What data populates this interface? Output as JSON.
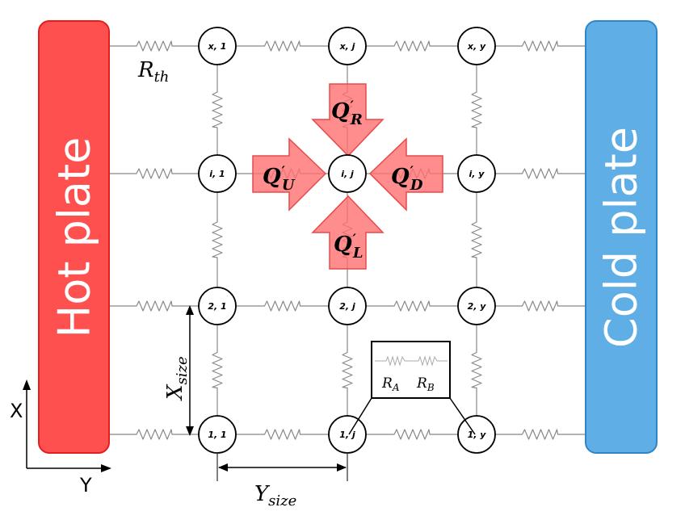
{
  "plates": {
    "hot": {
      "label": "Hot plate",
      "color": "#ff5050",
      "border": "#e02020"
    },
    "cold": {
      "label": "Cold plate",
      "color": "#5faee5",
      "border": "#2f86c6"
    }
  },
  "nodes": {
    "row_x": [
      "x, 1",
      "x, j",
      "x, y"
    ],
    "row_i": [
      "i, 1",
      "i, j",
      "i, y"
    ],
    "row_2": [
      "2, 1",
      "2, j",
      "2, y"
    ],
    "row_1": [
      "1, 1",
      "1, j",
      "1, y"
    ]
  },
  "labels": {
    "r_th": {
      "base": "R",
      "sub": "th"
    },
    "x_size": {
      "base": "X",
      "sub": "size"
    },
    "y_size": {
      "base": "Y",
      "sub": "size"
    },
    "r_a": {
      "base": "R",
      "sub": "A"
    },
    "r_b": {
      "base": "R",
      "sub": "B"
    }
  },
  "heat_flows": {
    "right": {
      "base": "Q",
      "sub": "R"
    },
    "up": {
      "base": "Q",
      "sub": "U"
    },
    "down": {
      "base": "Q",
      "sub": "D"
    },
    "left": {
      "base": "Q",
      "sub": "L"
    },
    "arrow_fill": "#ff7070",
    "arrow_stroke": "#e84a4a"
  },
  "axes": {
    "x_label": "X",
    "y_label": "Y"
  }
}
